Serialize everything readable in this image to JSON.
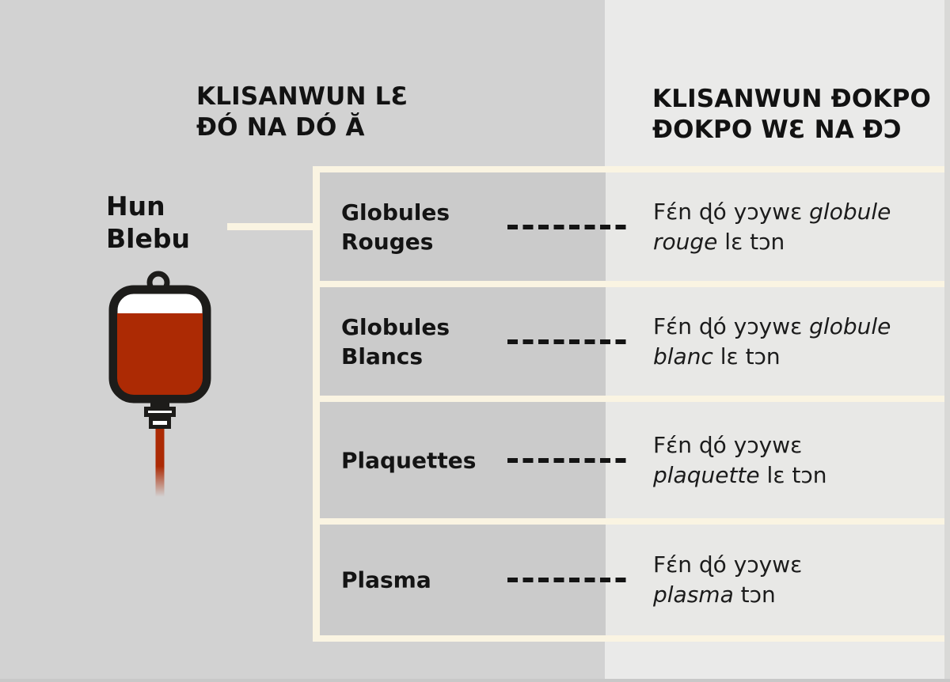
{
  "headings": {
    "left_line1": "KLISANWUN LƐ",
    "left_line2": "ĐÓ NA DÓ Ă",
    "right_line1": "KLISANWUN ĐOKPO",
    "right_line2": "ĐOKPO WƐ NA ĐƆ"
  },
  "source": {
    "label_line1": "Hun",
    "label_line2": "Blebu",
    "icon": "blood-bag-icon"
  },
  "rows": [
    {
      "component_line1": "Globules",
      "component_line2": "Rouges",
      "description_line1": "Fɛ́n ɖó yɔywɛ *globule*",
      "description_line2": "*rouge* lɛ tɔn"
    },
    {
      "component_line1": "Globules",
      "component_line2": "Blancs",
      "description_line1": "Fɛ́n ɖó yɔywɛ *globule*",
      "description_line2": "*blanc* lɛ tɔn"
    },
    {
      "component_line1": "Plaquettes",
      "component_line2": "",
      "description_line1": "Fɛ́n ɖó yɔywɛ",
      "description_line2": "*plaquette* lɛ tɔn"
    },
    {
      "component_line1": "Plasma",
      "component_line2": "",
      "description_line1": "Fɛ́n ɖó yɔywɛ",
      "description_line2": "*plasma* tɔn"
    }
  ],
  "colors": {
    "bg_left": "#d2d2d2",
    "bg_right": "#eaeae9",
    "row_left": "#cbcbcb",
    "row_right": "#e8e8e6",
    "cream_line": "#faf4e2",
    "blood_red": "#ac2a04",
    "bag_outline": "#1d1c1a",
    "text": "#161616"
  }
}
